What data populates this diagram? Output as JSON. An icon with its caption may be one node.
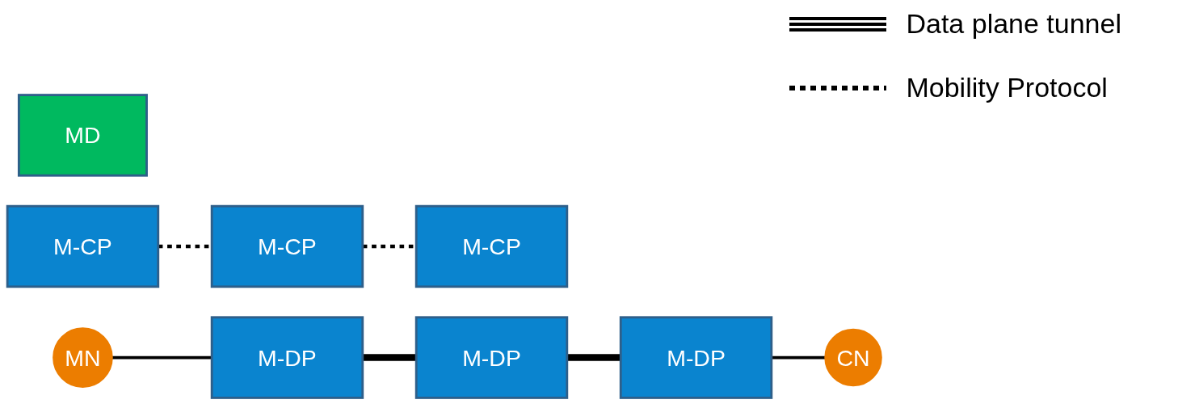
{
  "diagram": {
    "nodes": [
      {
        "text": [
          "MD"
        ]
      },
      {
        "text": [
          "M-CP"
        ]
      },
      {
        "text": [
          "M-CP"
        ]
      },
      {
        "text": [
          "M-CP"
        ]
      },
      {
        "text": [
          "MN"
        ]
      },
      {
        "text": [
          "M-DP"
        ]
      },
      {
        "text": [
          "M-DP"
        ]
      },
      {
        "text": [
          "M-DP"
        ]
      },
      {
        "text": [
          "CN"
        ]
      }
    ],
    "edges": [
      {
        "from": 1,
        "to": 2,
        "arrow": "none",
        "style": "dashed"
      },
      {
        "from": 2,
        "to": 3,
        "arrow": "none",
        "style": "dashed"
      },
      {
        "from": 4,
        "to": 5,
        "arrow": "none"
      },
      {
        "from": 5,
        "to": 6,
        "arrow": "none",
        "style": "thick"
      },
      {
        "from": 6,
        "to": 7,
        "arrow": "none",
        "style": "thick"
      },
      {
        "from": 7,
        "to": 8,
        "arrow": "none"
      }
    ],
    "legend": [
      {
        "text": "Data plane tunnel"
      },
      {
        "text": "Mobility Protocol"
      }
    ]
  }
}
